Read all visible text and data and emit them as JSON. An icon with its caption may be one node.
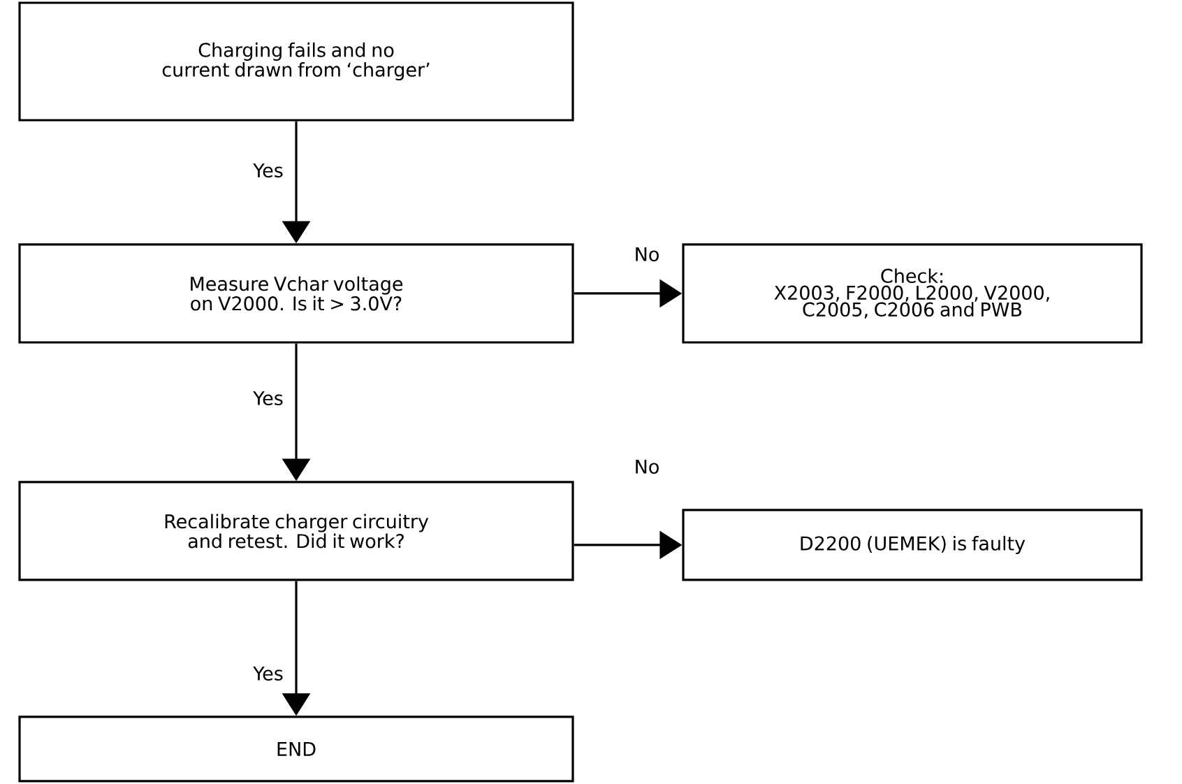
{
  "diagram": {
    "nodes": [
      {
        "text": [
          "Charging fails and no current drawn from ‘charger’"
        ]
      },
      {
        "text": [
          "Measure Vchar voltage on V2000. Is it > 3.0V?"
        ]
      },
      {
        "text": [
          "Check:",
          "X2003, F2000, L2000, V2000, C2005, C2006 and PWB"
        ]
      },
      {
        "text": [
          "Recalibrate charger circuitry and retest. Did it work?"
        ]
      },
      {
        "text": [
          "D2200 (UEMEK) is faulty"
        ]
      },
      {
        "text": [
          "END"
        ]
      }
    ],
    "edges": [
      {
        "from": 0,
        "to": 1,
        "arrow": "to",
        "label": "Yes"
      },
      {
        "from": 1,
        "to": 2,
        "arrow": "to",
        "label": "No"
      },
      {
        "from": 1,
        "to": 3,
        "arrow": "to",
        "label": "Yes"
      },
      {
        "from": 3,
        "to": 4,
        "arrow": "to",
        "label": "No"
      },
      {
        "from": 3,
        "to": 5,
        "arrow": "to",
        "label": "Yes"
      }
    ]
  }
}
